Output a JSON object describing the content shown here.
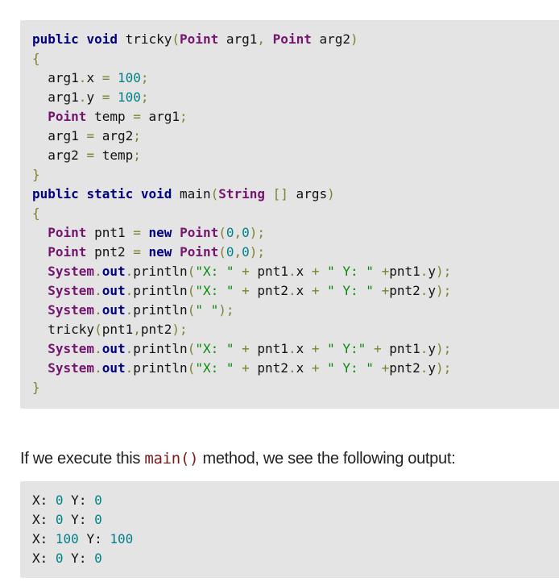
{
  "code_block": {
    "lines": [
      [
        [
          "public",
          "k"
        ],
        [
          " ",
          "i"
        ],
        [
          "void",
          "k"
        ],
        [
          " tricky",
          "i"
        ],
        [
          "(",
          "p"
        ],
        [
          "Point",
          "t"
        ],
        [
          " arg1",
          "i"
        ],
        [
          ",",
          "p"
        ],
        [
          " ",
          "i"
        ],
        [
          "Point",
          "t"
        ],
        [
          " arg2",
          "i"
        ],
        [
          ")",
          "p"
        ]
      ],
      [
        [
          "{",
          "p"
        ]
      ],
      [
        [
          "  arg1",
          "i"
        ],
        [
          ".",
          "p"
        ],
        [
          "x ",
          "i"
        ],
        [
          "=",
          "p"
        ],
        [
          " ",
          "i"
        ],
        [
          "100",
          "n"
        ],
        [
          ";",
          "p"
        ]
      ],
      [
        [
          "  arg1",
          "i"
        ],
        [
          ".",
          "p"
        ],
        [
          "y ",
          "i"
        ],
        [
          "=",
          "p"
        ],
        [
          " ",
          "i"
        ],
        [
          "100",
          "n"
        ],
        [
          ";",
          "p"
        ]
      ],
      [
        [
          "  ",
          "i"
        ],
        [
          "Point",
          "t"
        ],
        [
          " temp ",
          "i"
        ],
        [
          "=",
          "p"
        ],
        [
          " arg1",
          "i"
        ],
        [
          ";",
          "p"
        ]
      ],
      [
        [
          "  arg1 ",
          "i"
        ],
        [
          "=",
          "p"
        ],
        [
          " arg2",
          "i"
        ],
        [
          ";",
          "p"
        ]
      ],
      [
        [
          "  arg2 ",
          "i"
        ],
        [
          "=",
          "p"
        ],
        [
          " temp",
          "i"
        ],
        [
          ";",
          "p"
        ]
      ],
      [
        [
          "}",
          "p"
        ]
      ],
      [
        [
          "public",
          "k"
        ],
        [
          " ",
          "i"
        ],
        [
          "static",
          "k"
        ],
        [
          " ",
          "i"
        ],
        [
          "void",
          "k"
        ],
        [
          " main",
          "i"
        ],
        [
          "(",
          "p"
        ],
        [
          "String",
          "t"
        ],
        [
          " ",
          "i"
        ],
        [
          "[]",
          "p"
        ],
        [
          " args",
          "i"
        ],
        [
          ")",
          "p"
        ]
      ],
      [
        [
          "{",
          "p"
        ]
      ],
      [
        [
          "  ",
          "i"
        ],
        [
          "Point",
          "t"
        ],
        [
          " pnt1 ",
          "i"
        ],
        [
          "=",
          "p"
        ],
        [
          " ",
          "i"
        ],
        [
          "new",
          "k"
        ],
        [
          " ",
          "i"
        ],
        [
          "Point",
          "t"
        ],
        [
          "(",
          "p"
        ],
        [
          "0",
          "n"
        ],
        [
          ",",
          "p"
        ],
        [
          "0",
          "n"
        ],
        [
          ");",
          "p"
        ]
      ],
      [
        [
          "  ",
          "i"
        ],
        [
          "Point",
          "t"
        ],
        [
          " pnt2 ",
          "i"
        ],
        [
          "=",
          "p"
        ],
        [
          " ",
          "i"
        ],
        [
          "new",
          "k"
        ],
        [
          " ",
          "i"
        ],
        [
          "Point",
          "t"
        ],
        [
          "(",
          "p"
        ],
        [
          "0",
          "n"
        ],
        [
          ",",
          "p"
        ],
        [
          "0",
          "n"
        ],
        [
          ");",
          "p"
        ]
      ],
      [
        [
          "  ",
          "i"
        ],
        [
          "System",
          "t"
        ],
        [
          ".",
          "p"
        ],
        [
          "out",
          "k"
        ],
        [
          ".",
          "p"
        ],
        [
          "println",
          "i"
        ],
        [
          "(",
          "p"
        ],
        [
          "\"X: \"",
          "s"
        ],
        [
          " ",
          "i"
        ],
        [
          "+",
          "p"
        ],
        [
          " pnt1",
          "i"
        ],
        [
          ".",
          "p"
        ],
        [
          "x ",
          "i"
        ],
        [
          "+",
          "p"
        ],
        [
          " ",
          "i"
        ],
        [
          "\" Y: \"",
          "s"
        ],
        [
          " ",
          "i"
        ],
        [
          "+",
          "p"
        ],
        [
          "pnt1",
          "i"
        ],
        [
          ".",
          "p"
        ],
        [
          "y",
          "i"
        ],
        [
          ");",
          "p"
        ]
      ],
      [
        [
          "  ",
          "i"
        ],
        [
          "System",
          "t"
        ],
        [
          ".",
          "p"
        ],
        [
          "out",
          "k"
        ],
        [
          ".",
          "p"
        ],
        [
          "println",
          "i"
        ],
        [
          "(",
          "p"
        ],
        [
          "\"X: \"",
          "s"
        ],
        [
          " ",
          "i"
        ],
        [
          "+",
          "p"
        ],
        [
          " pnt2",
          "i"
        ],
        [
          ".",
          "p"
        ],
        [
          "x ",
          "i"
        ],
        [
          "+",
          "p"
        ],
        [
          " ",
          "i"
        ],
        [
          "\" Y: \"",
          "s"
        ],
        [
          " ",
          "i"
        ],
        [
          "+",
          "p"
        ],
        [
          "pnt2",
          "i"
        ],
        [
          ".",
          "p"
        ],
        [
          "y",
          "i"
        ],
        [
          ");",
          "p"
        ]
      ],
      [
        [
          "  ",
          "i"
        ],
        [
          "System",
          "t"
        ],
        [
          ".",
          "p"
        ],
        [
          "out",
          "k"
        ],
        [
          ".",
          "p"
        ],
        [
          "println",
          "i"
        ],
        [
          "(",
          "p"
        ],
        [
          "\" \"",
          "s"
        ],
        [
          ");",
          "p"
        ]
      ],
      [
        [
          "  tricky",
          "i"
        ],
        [
          "(",
          "p"
        ],
        [
          "pnt1",
          "i"
        ],
        [
          ",",
          "p"
        ],
        [
          "pnt2",
          "i"
        ],
        [
          ");",
          "p"
        ]
      ],
      [
        [
          "  ",
          "i"
        ],
        [
          "System",
          "t"
        ],
        [
          ".",
          "p"
        ],
        [
          "out",
          "k"
        ],
        [
          ".",
          "p"
        ],
        [
          "println",
          "i"
        ],
        [
          "(",
          "p"
        ],
        [
          "\"X: \"",
          "s"
        ],
        [
          " ",
          "i"
        ],
        [
          "+",
          "p"
        ],
        [
          " pnt1",
          "i"
        ],
        [
          ".",
          "p"
        ],
        [
          "x ",
          "i"
        ],
        [
          "+",
          "p"
        ],
        [
          " ",
          "i"
        ],
        [
          "\" Y:\"",
          "s"
        ],
        [
          " ",
          "i"
        ],
        [
          "+",
          "p"
        ],
        [
          " pnt1",
          "i"
        ],
        [
          ".",
          "p"
        ],
        [
          "y",
          "i"
        ],
        [
          ");",
          "p"
        ]
      ],
      [
        [
          "  ",
          "i"
        ],
        [
          "System",
          "t"
        ],
        [
          ".",
          "p"
        ],
        [
          "out",
          "k"
        ],
        [
          ".",
          "p"
        ],
        [
          "println",
          "i"
        ],
        [
          "(",
          "p"
        ],
        [
          "\"X: \"",
          "s"
        ],
        [
          " ",
          "i"
        ],
        [
          "+",
          "p"
        ],
        [
          " pnt2",
          "i"
        ],
        [
          ".",
          "p"
        ],
        [
          "x ",
          "i"
        ],
        [
          "+",
          "p"
        ],
        [
          " ",
          "i"
        ],
        [
          "\" Y: \"",
          "s"
        ],
        [
          " ",
          "i"
        ],
        [
          "+",
          "p"
        ],
        [
          "pnt2",
          "i"
        ],
        [
          ".",
          "p"
        ],
        [
          "y",
          "i"
        ],
        [
          ");",
          "p"
        ]
      ],
      [
        [
          "}",
          "p"
        ]
      ]
    ]
  },
  "paragraph": {
    "before": "If we execute this ",
    "code_name": "main",
    "code_parens": "()",
    "after": " method, we see the following output:"
  },
  "output_block": {
    "lines": [
      [
        [
          "X: ",
          "i"
        ],
        [
          "0",
          "n"
        ],
        [
          " Y: ",
          "i"
        ],
        [
          "0",
          "n"
        ]
      ],
      [
        [
          "X: ",
          "i"
        ],
        [
          "0",
          "n"
        ],
        [
          " Y: ",
          "i"
        ],
        [
          "0",
          "n"
        ]
      ],
      [
        [
          "X: ",
          "i"
        ],
        [
          "100",
          "n"
        ],
        [
          " Y: ",
          "i"
        ],
        [
          "100",
          "n"
        ]
      ],
      [
        [
          "X: ",
          "i"
        ],
        [
          "0",
          "n"
        ],
        [
          " Y: ",
          "i"
        ],
        [
          "0",
          "n"
        ]
      ]
    ]
  },
  "colors": {
    "keyword": "#000080",
    "type": "#74146e",
    "punctuation": "#808030",
    "number": "#00808a",
    "string": "#0b8a0b",
    "code_background": "#e4e4e4"
  }
}
